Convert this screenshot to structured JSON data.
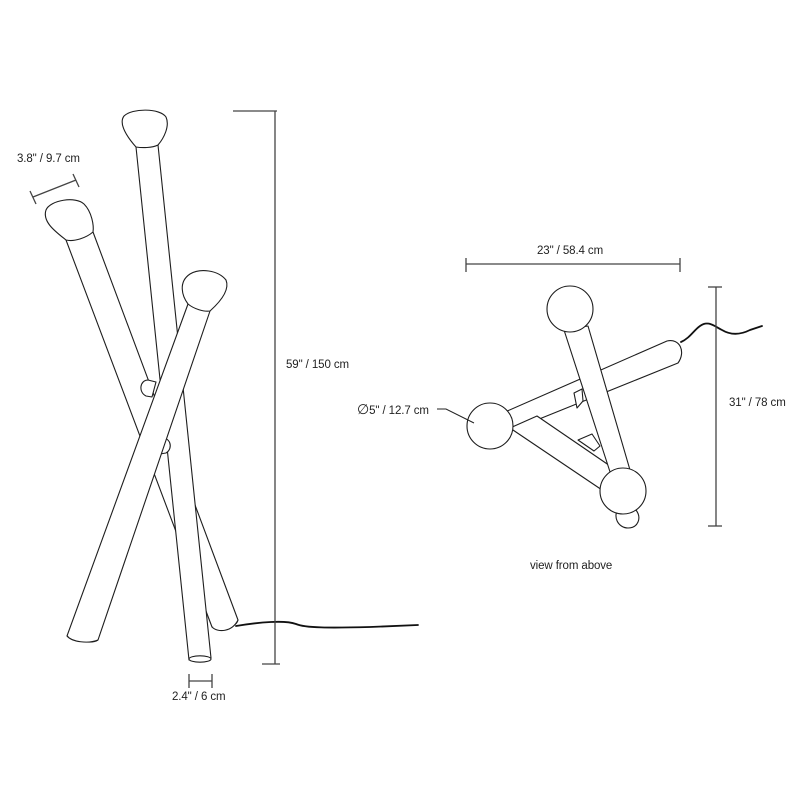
{
  "diagram": {
    "type": "product-dimension-drawing",
    "side_view": {
      "shade_width_label": "3.8\" / 9.7 cm",
      "height_label": "59\" / 150 cm",
      "tube_diameter_label": "2.4\" / 6 cm"
    },
    "top_view": {
      "width_label": "23\" / 58.4 cm",
      "shade_diameter_label": "5\" / 12.7 cm",
      "diameter_symbol": "∅",
      "depth_label": "31\" / 78 cm",
      "caption": "view from above"
    },
    "colors": {
      "line": "#1e1e1e",
      "dimension": "#444444",
      "background": "#ffffff",
      "text": "#222222"
    }
  }
}
